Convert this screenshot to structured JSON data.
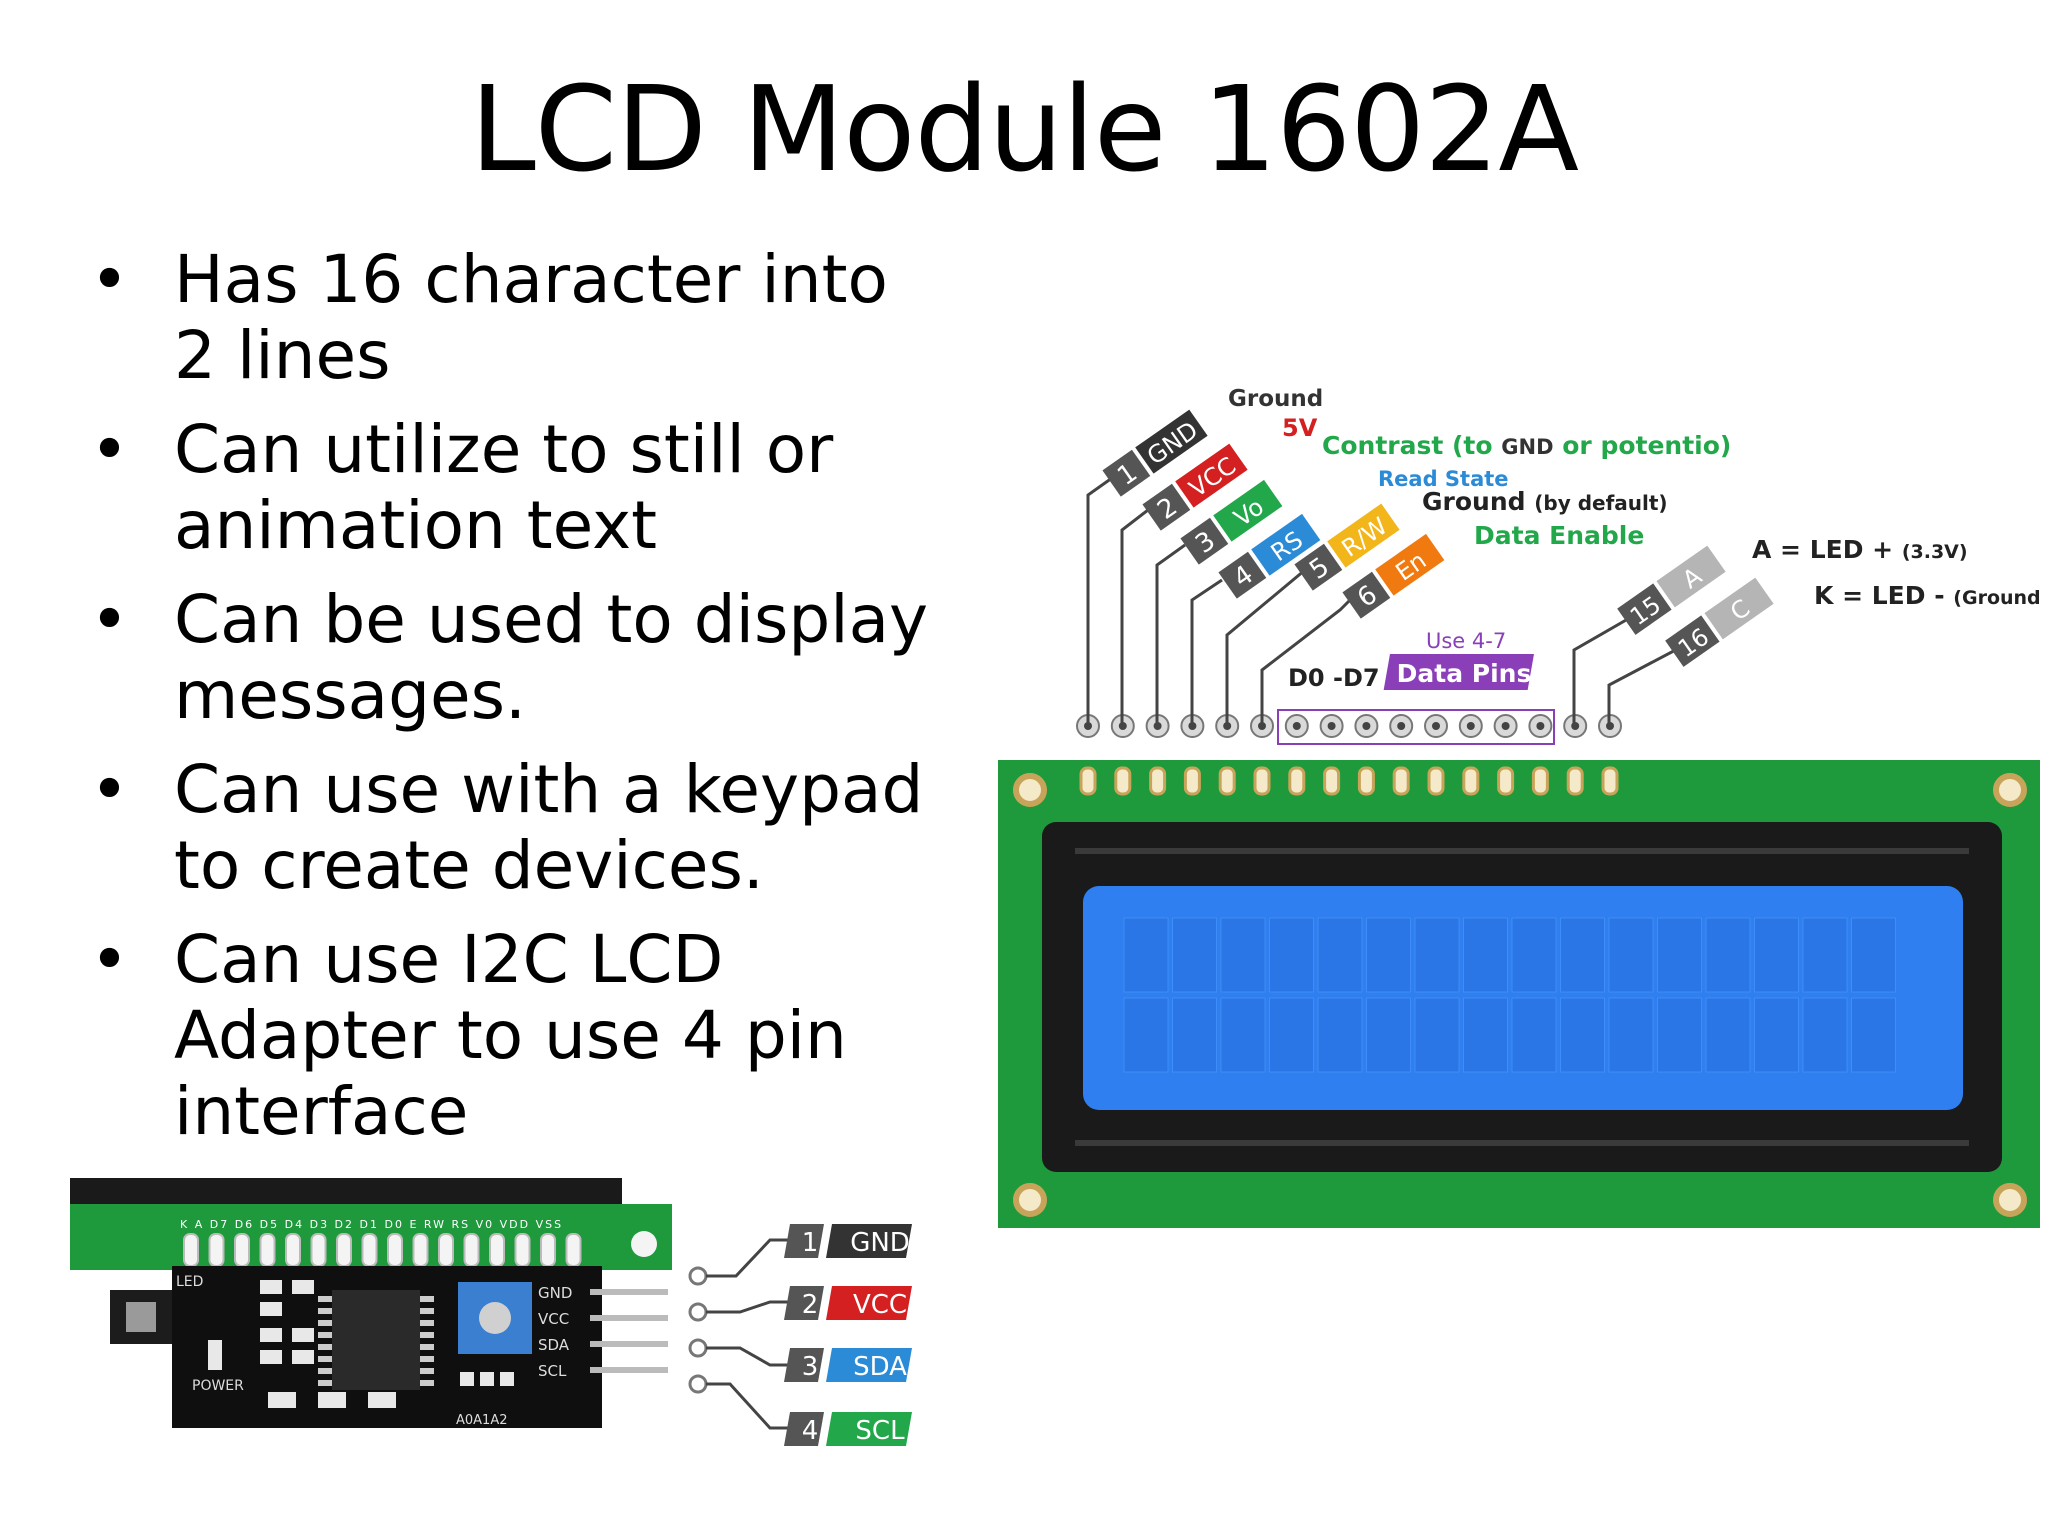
{
  "slide": {
    "title": "LCD Module 1602A",
    "bullets": [
      {
        "line1": "Has 16 character into",
        "line2": "2 lines",
        "line3": ""
      },
      {
        "line1": "Can utilize to still or",
        "line2": "animation text",
        "line3": ""
      },
      {
        "line1": "Can be used to display",
        "line2": "messages.",
        "line3": ""
      },
      {
        "line1": "Can use with a keypad",
        "line2": "to create devices.",
        "line3": ""
      },
      {
        "line1": "Can use I2C LCD",
        "line2": "Adapter to use 4 pin",
        "line3": "interface"
      }
    ],
    "bullet_glyph": "•"
  },
  "lcd_diagram": {
    "pin_tags": [
      {
        "num": "1",
        "label": "GND",
        "color": "#333333"
      },
      {
        "num": "2",
        "label": "VCC",
        "color": "#d42020"
      },
      {
        "num": "3",
        "label": "Vo",
        "color": "#22a84a"
      },
      {
        "num": "4",
        "label": "RS",
        "color": "#2b8bd6"
      },
      {
        "num": "5",
        "label": "R/W",
        "color": "#f2b51a"
      },
      {
        "num": "6",
        "label": "En",
        "color": "#f07a10"
      },
      {
        "num": "15",
        "label": "A",
        "color": "#b5b5b5"
      },
      {
        "num": "16",
        "label": "C",
        "color": "#b5b5b5"
      }
    ],
    "annotations": {
      "ground": "Ground",
      "five_v": "5V",
      "contrast_1": "Contrast (to",
      "contrast_gnd": "GND",
      "contrast_2": "or potentio)",
      "read_state": "Read State",
      "ground_default": "Ground",
      "by_default": "(by default)",
      "data_enable": "Data Enable",
      "use_4_7": "Use 4-7",
      "d0_d7": "D0 -D7",
      "data_pins": "Data Pins",
      "a_led": "A = LED +",
      "a_volt": "(3.3V)",
      "k_led": "K = LED -",
      "k_ground": "(Ground"
    },
    "colors": {
      "pcb_green": "#1e9a3c",
      "screen_blue": "#2f7ff0",
      "bezel": "#1a1a1a",
      "data_pin_purple": "#8a3fb8"
    }
  },
  "i2c_diagram": {
    "chip_labels": {
      "led": "LED",
      "power": "POWER",
      "addr": "A0A1A2",
      "gnd": "GND",
      "vcc": "VCC",
      "sda": "SDA",
      "scl": "SCL"
    },
    "header_pins": "K A D7 D6 D5 D4 D3 D2 D1 D0 E RW RS V0 VDD VSS",
    "pin_tags": [
      {
        "num": "1",
        "label": "GND",
        "color": "#333333"
      },
      {
        "num": "2",
        "label": "VCC",
        "color": "#d42020"
      },
      {
        "num": "3",
        "label": "SDA",
        "color": "#2b8bd6"
      },
      {
        "num": "4",
        "label": "SCL",
        "color": "#22a84a"
      }
    ]
  }
}
